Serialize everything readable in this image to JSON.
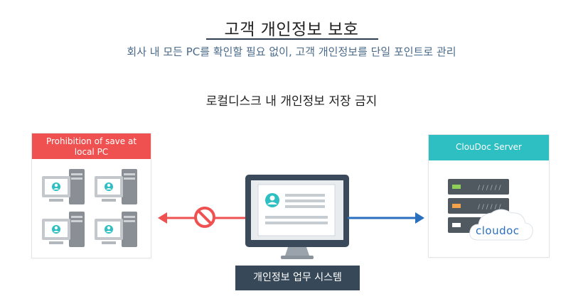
{
  "header": {
    "title": "고객 개인정보 보호",
    "subtitle": "회사 내 모든 PC를 확인할 필요 없이, 고객 개인정보를 단일 포인트로 관리"
  },
  "section_title": "로컬디스크 내 개인정보 저장 금지",
  "left_panel": {
    "header_line1": "Prohibition of save at",
    "header_line2": "local PC",
    "header_color": "#ef5150",
    "pc_count": 4
  },
  "right_panel": {
    "header": "ClouDoc Server",
    "header_color": "#2ebfc3",
    "cloud_label": "cloudoc"
  },
  "center": {
    "badge": "개인정보 업무 시스템"
  },
  "colors": {
    "block_arrow": "#ef5150",
    "save_arrow": "#2a6fbf",
    "badge_bg": "#374858",
    "monitor_frame": "#3b4a5a"
  },
  "icons": [
    "prohibited-icon",
    "monitor-icon",
    "server-icon",
    "cloud-icon",
    "pc-icon"
  ]
}
